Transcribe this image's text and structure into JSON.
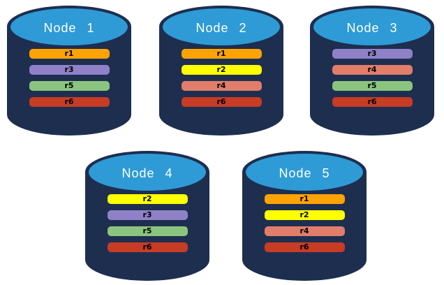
{
  "palette": {
    "cylinder_body": "#1E2E4F",
    "cylinder_top": "#2E9BD6",
    "node_label_color": "#FFFFFF",
    "bar_label_color": "#000000"
  },
  "nodes": [
    {
      "label": "Node 1",
      "bars": [
        {
          "label": "r1",
          "color": "#FFA302"
        },
        {
          "label": "r3",
          "color": "#8F81C7"
        },
        {
          "label": "r5",
          "color": "#8AC47F"
        },
        {
          "label": "r6",
          "color": "#C63C25"
        }
      ]
    },
    {
      "label": "Node 2",
      "bars": [
        {
          "label": "r1",
          "color": "#FFA302"
        },
        {
          "label": "r2",
          "color": "#FFFF00"
        },
        {
          "label": "r4",
          "color": "#E07D6B"
        },
        {
          "label": "r6",
          "color": "#C63C25"
        }
      ]
    },
    {
      "label": "Node 3",
      "bars": [
        {
          "label": "r3",
          "color": "#8F81C7"
        },
        {
          "label": "r4",
          "color": "#E07D6B"
        },
        {
          "label": "r5",
          "color": "#8AC47F"
        },
        {
          "label": "r6",
          "color": "#C63C25"
        }
      ]
    },
    {
      "label": "Node 4",
      "bars": [
        {
          "label": "r2",
          "color": "#FFFF00"
        },
        {
          "label": "r3",
          "color": "#8F81C7"
        },
        {
          "label": "r5",
          "color": "#8AC47F"
        },
        {
          "label": "r6",
          "color": "#C63C25"
        }
      ]
    },
    {
      "label": "Node 5",
      "bars": [
        {
          "label": "r1",
          "color": "#FFA302"
        },
        {
          "label": "r2",
          "color": "#FFFF00"
        },
        {
          "label": "r4",
          "color": "#E07D6B"
        },
        {
          "label": "r6",
          "color": "#C63C25"
        }
      ]
    }
  ]
}
